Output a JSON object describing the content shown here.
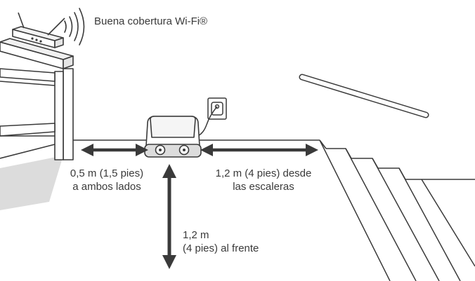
{
  "labels": {
    "wifi": "Buena cobertura Wi-Fi®",
    "side_line1": "0,5 m (1,5 pies)",
    "side_line2": "a ambos lados",
    "stairs_line1": "1,2 m (4 pies) desde",
    "stairs_line2": "las escaleras",
    "front_line1": "1,2 m",
    "front_line2": "(4 pies) al frente"
  },
  "colors": {
    "ink": "#3a3a3a",
    "shade": "#dcdcdc",
    "arrow": "#3a3a3a"
  },
  "icons": [
    "router-icon",
    "wifi-signal-icon",
    "power-outlet-icon",
    "robot-dock-icon",
    "stairs-icon",
    "baton-icon"
  ]
}
